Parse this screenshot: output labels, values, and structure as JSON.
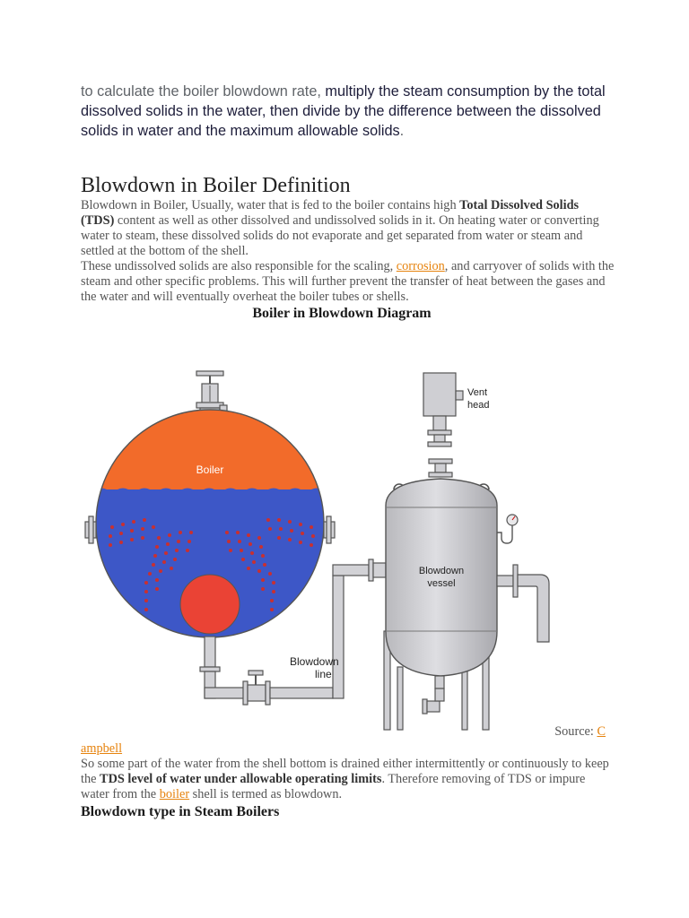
{
  "intro": {
    "lead": "to calculate the boiler blowdown rate,",
    "rest": " multiply the steam consumption by the total dissolved solids in the water, then divide by the difference between the dissolved solids in water and the maximum allowable solids",
    "period": "."
  },
  "section": {
    "title": "Blowdown in Boiler Definition",
    "p1": {
      "a": "Blowdown in Boiler, Usually, water that is fed to the boiler contains high ",
      "b": "Total Dissolved Solids (TDS)",
      "c": " content as well as other dissolved and undissolved solids in it. On heating water or converting water to steam, these dissolved solids do not evaporate and get separated from water or steam and settled at the bottom of the shell."
    },
    "p2": {
      "a": "These undissolved solids are also responsible for the scaling, ",
      "link": "corrosion",
      "b": ", and carryover of solids with the steam and other specific problems. This will further prevent the transfer of heat between the gases and the water and will eventually overheat the boiler tubes or shells."
    },
    "figure_caption": "Boiler in Blowdown Diagram"
  },
  "diagram": {
    "boiler_label": "Boiler",
    "vent_label_1": "Vent",
    "vent_label_2": "head",
    "vessel_label_1": "Blowdown",
    "vessel_label_2": "vessel",
    "line_label_1": "Blowdown",
    "line_label_2": "line",
    "colors": {
      "steam": "#f26b2a",
      "water": "#3d57c7",
      "fire_tube": "#ea4335",
      "tube_dots": "#c93030",
      "vessel": "#c9c9cd",
      "pipe": "#d2d2d6",
      "outline": "#555555"
    }
  },
  "source": {
    "label": "Source: ",
    "link_part1": "C",
    "link_part2": "ampbell"
  },
  "p3": {
    "a": "So some part of the water from the shell bottom is drained either intermittently or continuously to keep the ",
    "b": "TDS level of water under allowable operating limits",
    "c": ". Therefore removing of TDS or impure water from the ",
    "link": "boiler",
    "d": " shell is termed as blowdown."
  },
  "next_heading": "Blowdown type  in Steam Boilers"
}
